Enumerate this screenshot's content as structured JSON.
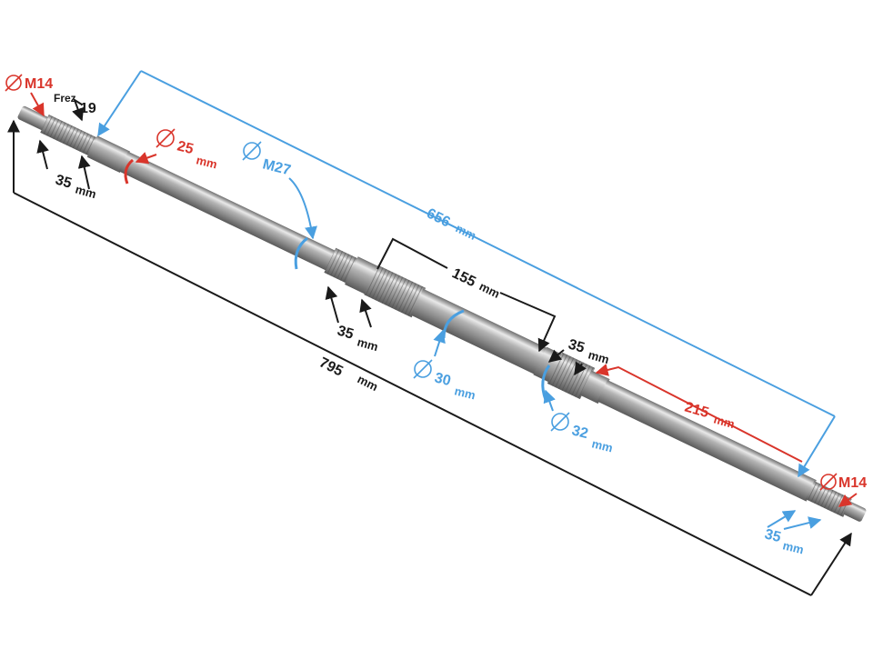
{
  "colors": {
    "black": "#1a1a1a",
    "red": "#d9352b",
    "blue": "#4a9fe0"
  },
  "labels": {
    "thread_left": "M14",
    "frez_word": "Frez",
    "frez_value": "19",
    "d25_value": "25",
    "d25_unit": "mm",
    "spline_left_value": "35",
    "spline_left_unit": "mm",
    "m27": "M27",
    "overall_656_value": "656",
    "overall_656_unit": "mm",
    "mid_155_value": "155",
    "mid_155_unit": "mm",
    "spline_mid_value": "35",
    "spline_mid_unit": "mm",
    "d30_value": "30",
    "d30_unit": "mm",
    "spline_right_value": "35",
    "spline_right_unit": "mm",
    "len_215_value": "215",
    "len_215_unit": "mm",
    "d32_value": "32",
    "d32_unit": "mm",
    "total_795_value": "795",
    "total_795_unit": "mm",
    "thread_right": "M14",
    "spline_end_value": "35",
    "spline_end_unit": "mm"
  }
}
